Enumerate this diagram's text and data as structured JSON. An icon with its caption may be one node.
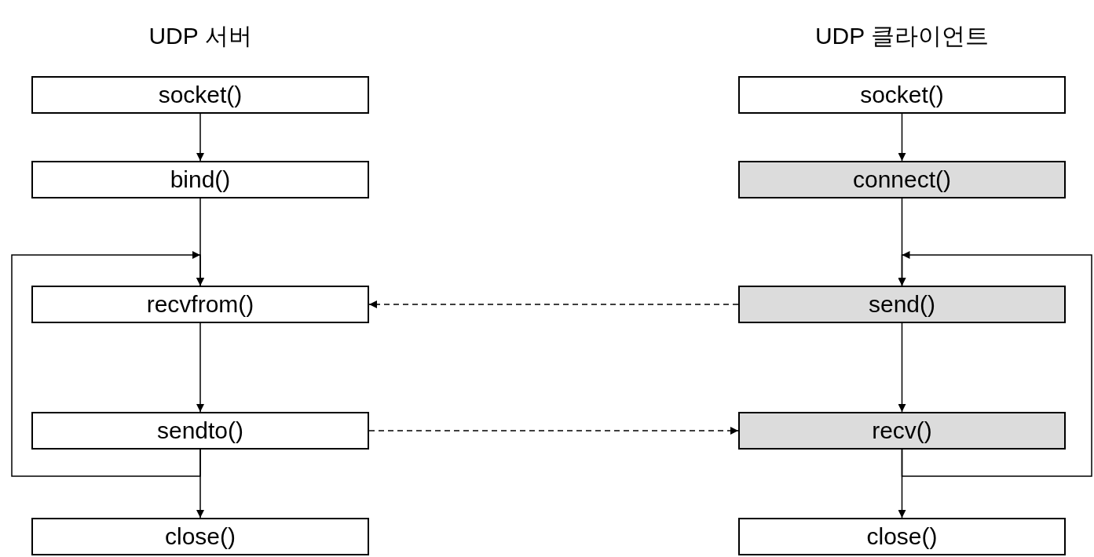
{
  "diagram": {
    "nodes": [
      {
        "text": [
          "socket()"
        ]
      },
      {
        "text": [
          "bind()"
        ]
      },
      {
        "text": [
          "recvfrom()"
        ]
      },
      {
        "text": [
          "sendto()"
        ]
      },
      {
        "text": [
          "close()"
        ]
      },
      {
        "text": [
          "socket()"
        ]
      },
      {
        "text": [
          "connect()"
        ]
      },
      {
        "text": [
          "send()"
        ]
      },
      {
        "text": [
          "recv()"
        ]
      },
      {
        "text": [
          "close()"
        ]
      }
    ],
    "edges": [
      {
        "from": 0,
        "to": 1,
        "arrow": "to"
      },
      {
        "from": 1,
        "to": 2,
        "arrow": "to"
      },
      {
        "from": 2,
        "to": 3,
        "arrow": "to"
      },
      {
        "from": 3,
        "to": 4,
        "arrow": "to"
      },
      {
        "from": 3,
        "to": 2,
        "arrow": "to"
      },
      {
        "from": 5,
        "to": 6,
        "arrow": "to"
      },
      {
        "from": 6,
        "to": 7,
        "arrow": "to"
      },
      {
        "from": 7,
        "to": 8,
        "arrow": "to"
      },
      {
        "from": 8,
        "to": 9,
        "arrow": "to"
      },
      {
        "from": 8,
        "to": 7,
        "arrow": "to"
      },
      {
        "from": 7,
        "to": 2,
        "arrow": "to",
        "style": "dashed"
      },
      {
        "from": 3,
        "to": 8,
        "arrow": "to",
        "style": "dashed"
      }
    ],
    "labels": [
      "UDP 서버",
      "UDP 클라이언트"
    ]
  }
}
